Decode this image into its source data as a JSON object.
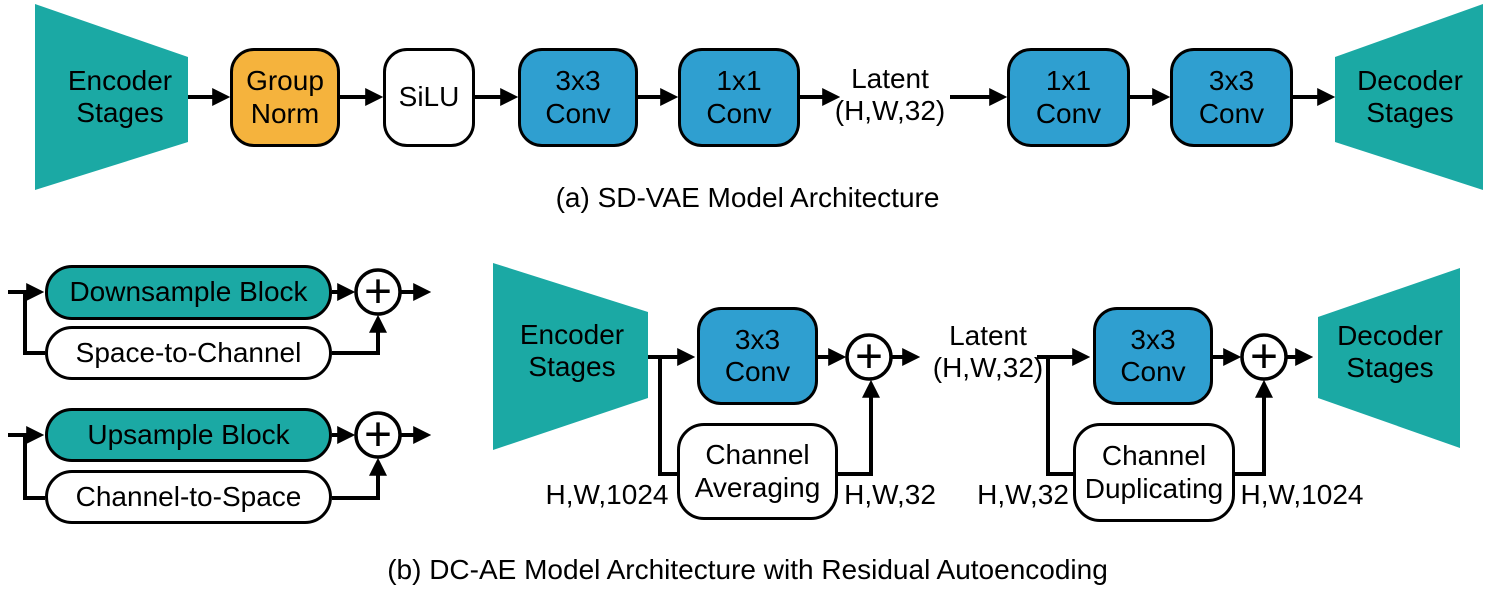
{
  "colors": {
    "teal": "#1BA9A4",
    "blue": "#2F9FD0",
    "orange": "#F5B33D",
    "white_box": "#FFFFFF",
    "line": "#000000",
    "text": "#000000",
    "background": "#FFFFFF"
  },
  "icons": {
    "sum": "+"
  },
  "diagram_a": {
    "caption": "(a) SD-VAE Model Architecture",
    "encoder_stages": "Encoder\nStages",
    "group_norm": "Group\nNorm",
    "silu": "SiLU",
    "conv3x3_encoder": "3x3\nConv",
    "conv1x1_encoder": "1x1\nConv",
    "latent": "Latent\n(H,W,32)",
    "conv1x1_decoder": "1x1\nConv",
    "conv3x3_decoder": "3x3\nConv",
    "decoder_stages": "Decoder\nStages"
  },
  "diagram_b": {
    "caption": "(b) DC-AE Model Architecture with Residual Autoencoding",
    "legend": {
      "downsample_block": "Downsample Block",
      "space_to_channel": "Space-to-Channel",
      "upsample_block": "Upsample Block",
      "channel_to_space": "Channel-to-Space"
    },
    "main": {
      "encoder_stages": "Encoder\nStages",
      "conv3x3_encoder": "3x3\nConv",
      "channel_averaging": "Channel\nAveraging",
      "encoder_input_shape": "H,W,1024",
      "encoder_output_shape": "H,W,32",
      "latent": "Latent\n(H,W,32)",
      "conv3x3_decoder": "3x3\nConv",
      "channel_duplicating": "Channel\nDuplicating",
      "decoder_input_shape": "H,W,32",
      "decoder_output_shape": "H,W,1024",
      "decoder_stages": "Decoder\nStages"
    }
  }
}
